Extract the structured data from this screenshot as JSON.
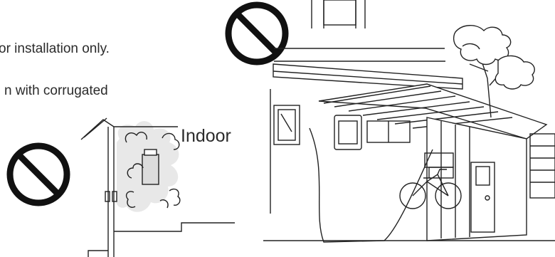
{
  "text": {
    "line1": "or installation only.",
    "line2": "n with corrugated",
    "indoor_label": "Indoor"
  },
  "icons": {
    "prohibited_left": "prohibition-icon",
    "prohibited_top": "prohibition-icon"
  },
  "colors": {
    "line": "#222222",
    "shading": "#e3e3e3",
    "heater": "#dddddd"
  }
}
